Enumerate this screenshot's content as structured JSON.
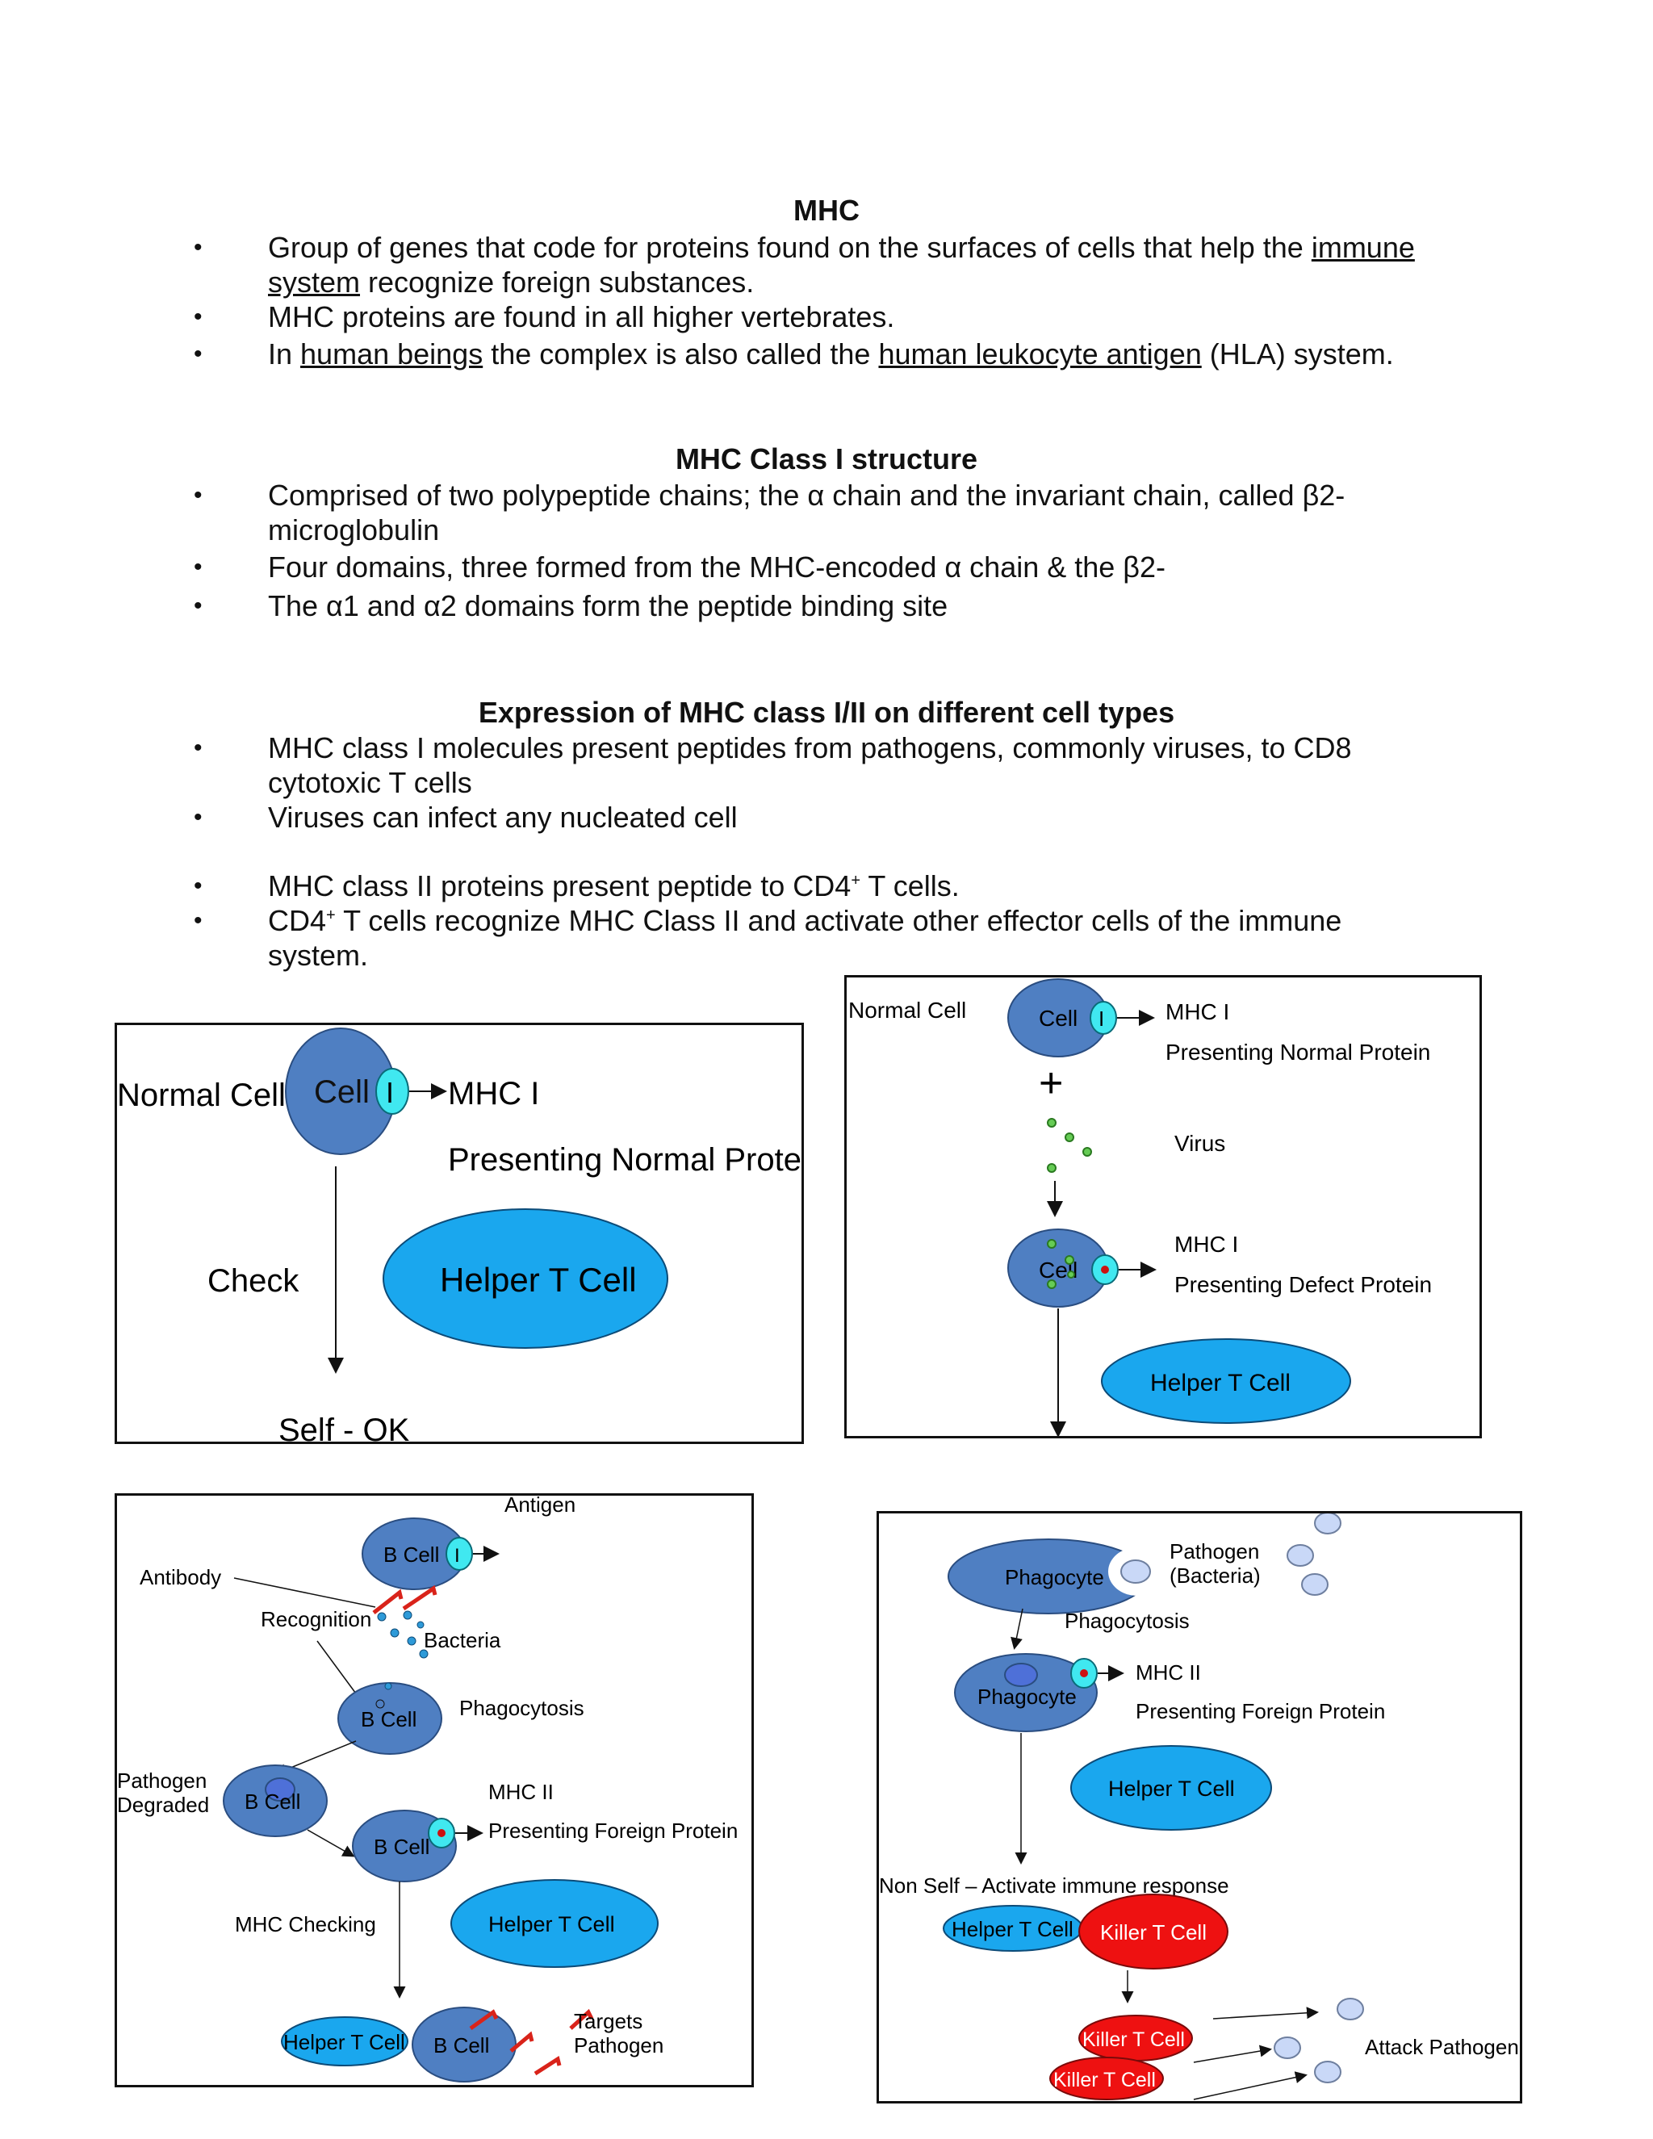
{
  "section1": {
    "heading": "MHC",
    "b1_pre": "Group of genes that code for proteins found on the surfaces of cells that help the ",
    "b1_link_a": "immune",
    "b1_link_b": "system",
    "b1_post": " recognize foreign substances.",
    "b2": "MHC proteins are found in all higher vertebrates.",
    "b3_pre": "In ",
    "b3_link1": "human beings",
    "b3_mid": " the complex is also called the ",
    "b3_link2": "human leukocyte antigen",
    "b3_post": " (HLA) system."
  },
  "section2": {
    "heading": "MHC Class I structure",
    "b1": "Comprised of two polypeptide chains; the α chain and the invariant chain, called β2-",
    "b1_cont": "microglobulin",
    "b2": "Four domains, three formed from the MHC-encoded α chain & the β2-",
    "b3": "The α1 and α2 domains form the peptide binding site"
  },
  "section3": {
    "heading": "Expression of MHC class I/II on different cell types",
    "b1": "MHC class I molecules present peptides from pathogens, commonly viruses, to CD8",
    "b1_cont": "cytotoxic T cells",
    "b2": "Viruses can infect any nucleated cell",
    "b3_pre": "MHC class II proteins present peptide to CD4",
    "b3_sup": "+",
    "b3_post": " T cells.",
    "b4_pre": "CD4",
    "b4_sup": "+",
    "b4_post": " T cells recognize MHC Class II and activate other effector cells of the immune",
    "b4_cont": "system."
  },
  "fig1": {
    "normal_cell": "Normal Cell",
    "cell": "Cell",
    "receptor": "I",
    "mhc": "MHC I",
    "presenting": "Presenting Normal Protein",
    "check": "Check",
    "helper": "Helper T Cell",
    "self_ok": "Self - OK"
  },
  "fig2": {
    "normal_cell": "Normal Cell",
    "cell": "Cell",
    "receptor": "I",
    "mhc": "MHC I",
    "presenting": "Presenting Normal Protein",
    "plus": "+",
    "virus": "Virus",
    "cell2": "Cell",
    "mhc2": "MHC I",
    "presenting2": "Presenting Defect Protein",
    "helper": "Helper T Cell"
  },
  "fig3": {
    "antigen": "Antigen",
    "antibody": "Antibody",
    "bcell1": "B Cell",
    "receptor": "I",
    "recognition": "Recognition",
    "bacteria": "Bacteria",
    "bcell2": "B Cell",
    "phagocytosis": "Phagocytosis",
    "pathogen": "Pathogen",
    "degraded": "Degraded",
    "bcell3": "B Cell",
    "mhc2": "MHC II",
    "bcell4": "B Cell",
    "presenting": "Presenting Foreign Protein",
    "mhc_checking": "MHC Checking",
    "helper": "Helper T Cell",
    "helper_small": "Helper T Cell",
    "bcell5": "B Cell",
    "targets": "Targets",
    "pathogen2": "Pathogen"
  },
  "fig4": {
    "phagocyte1": "Phagocyte",
    "pathogen": "Pathogen",
    "bacteria": "(Bacteria)",
    "phagocytosis": "Phagocytosis",
    "phagocyte2": "Phagocyte",
    "mhc2": "MHC II",
    "presenting": "Presenting Foreign Protein",
    "helper": "Helper T Cell",
    "non_self": "Non Self – Activate immune response",
    "helper_small": "Helper T Cell",
    "killer1": "Killer T Cell",
    "killer2": "Killer T Cell",
    "killer3": "Killer T Cell",
    "attack": "Attack Pathogen"
  },
  "colors": {
    "cell_blue": "#4f7fc2",
    "helper_blue": "#1aa7ee",
    "receptor_cyan": "#40e8f0",
    "killer_red": "#ee1111",
    "pale_blue": "#c9d8f7",
    "antibody_red": "#d9231a",
    "bacteria_blue": "#2e9ad8",
    "virus_green": "#66cc55"
  }
}
